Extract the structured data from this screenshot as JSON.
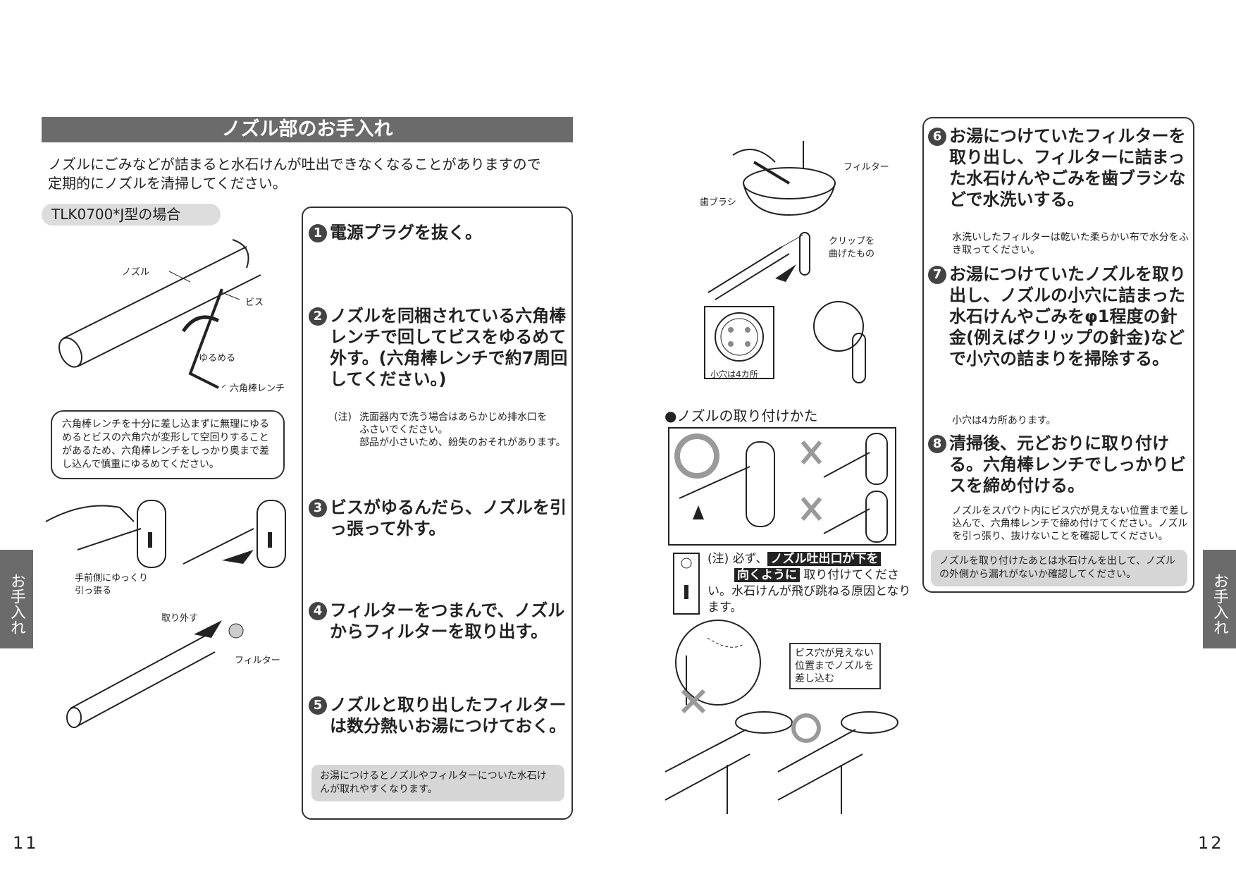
{
  "left_page": {
    "title": "ノズル部のお手入れ",
    "intro": [
      "ノズルにごみなどが詰まると水石けんが吐出できなくなることがありますので",
      "定期的にノズルを清掃してください。"
    ],
    "model_label": "TLK0700*J型の場合",
    "labels": {
      "nozzle": "ノズル",
      "screw": "ビス",
      "loosen": "ゆるめる",
      "hex_wrench": "六角棒レンチ",
      "pull": "手前側にゆっくり\n引っ張る",
      "remove": "取り外す",
      "filter": "フィルター"
    },
    "caution_bubble": "六角棒レンチを十分に差し込まずに無理にゆるめるとビスの六角穴が変形して空回りすることがあるため、六角棒レンチをしっかり奥まで差し込んで慎重にゆるめてください。",
    "steps": [
      {
        "num": "1",
        "text": "電源プラグを抜く。"
      },
      {
        "num": "2",
        "text": "ノズルを同梱されている六角棒レンチで回してビスをゆるめて外す。(六角棒レンチで約7周回してください。)"
      },
      {
        "num": "3",
        "text": "ビスがゆるんだら、ノズルを引っ張って外す。"
      },
      {
        "num": "4",
        "text": "フィルターをつまんで、ノズルからフィルターを取り出す。"
      },
      {
        "num": "5",
        "text": "ノズルと取り出したフィルターは数分熱いお湯につけておく。"
      }
    ],
    "step2_note": {
      "prefix": "(注)",
      "lines": [
        "洗面器内で洗う場合はあらかじめ排水口を",
        "ふさいでください。",
        "部品が小さいため、紛失のおそれがあります。"
      ]
    },
    "step5_tip": "お湯につけるとノズルやフィルターについた水石けんが取れやすくなります。",
    "side_tab": "お手入れ",
    "page_number": "11"
  },
  "right_page": {
    "labels": {
      "filter": "フィルター",
      "toothbrush": "歯ブラシ",
      "clip": "クリップを\n曲げたもの",
      "holes": "小穴は4カ所",
      "screw_hidden": "ビス穴が見えない位置までノズルを差し込む"
    },
    "install_heading": "●ノズルの取り付けかた",
    "install_note": {
      "prefix": "(注) 必ず、",
      "highlight1": "ノズル吐出口が下を",
      "highlight2": "向くように",
      "rest": "取り付けてください。水石けんが飛び跳ねる原因となります。"
    },
    "steps": [
      {
        "num": "6",
        "text": "お湯につけていたフィルターを取り出し、フィルターに詰まった水石けんやごみを歯ブラシなどで水洗いする。",
        "note": "水洗いしたフィルターは乾いた柔らかい布で水分をふき取ってください。"
      },
      {
        "num": "7",
        "text": "お湯につけていたノズルを取り出し、ノズルの小穴に詰まった水石けんやごみをφ1程度の針金(例えばクリップの針金)などで小穴の詰まりを掃除する。",
        "note": "小穴は4カ所あります。"
      },
      {
        "num": "8",
        "text": "清掃後、元どおりに取り付ける。六角棒レンチでしっかりビスを締め付ける。",
        "note": "ノズルをスパウト内にビス穴が見えない位置まで差し込んで、六角棒レンチで締め付けてください。ノズルを引っ張り、抜けないことを確認してください。"
      }
    ],
    "final_tip": "ノズルを取り付けたあとは水石けんを出して、ノズルの外側から漏れがないか確認してください。",
    "side_tab": "お手入れ",
    "page_number": "12"
  }
}
